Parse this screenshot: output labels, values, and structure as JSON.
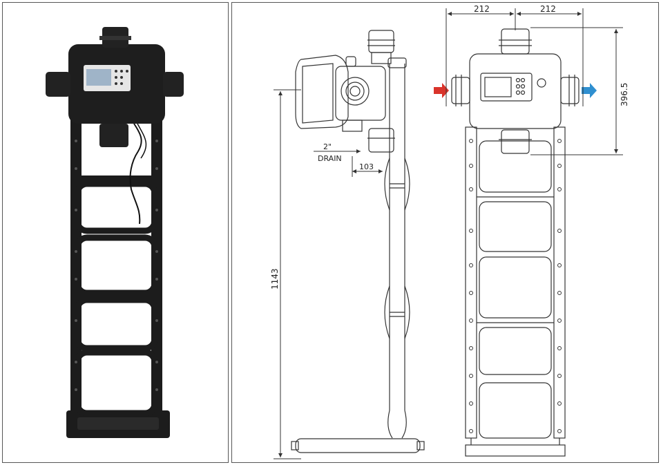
{
  "figure": {
    "dimensions": {
      "left_half_width": "212",
      "right_half_width": "212",
      "head_height": "396.5",
      "total_height": "1143",
      "drain_offset": "103"
    },
    "labels": {
      "drain_size": "2\"",
      "drain": "DRAIN"
    },
    "colors": {
      "inlet_arrow": "#d9342b",
      "outlet_arrow": "#2f8fd0",
      "frame_dark": "#1c1c1c",
      "line": "#333333",
      "lcd": "#9fb4c8"
    },
    "icons": {
      "inlet": "red-arrow-icon",
      "outlet": "blue-arrow-icon"
    }
  }
}
